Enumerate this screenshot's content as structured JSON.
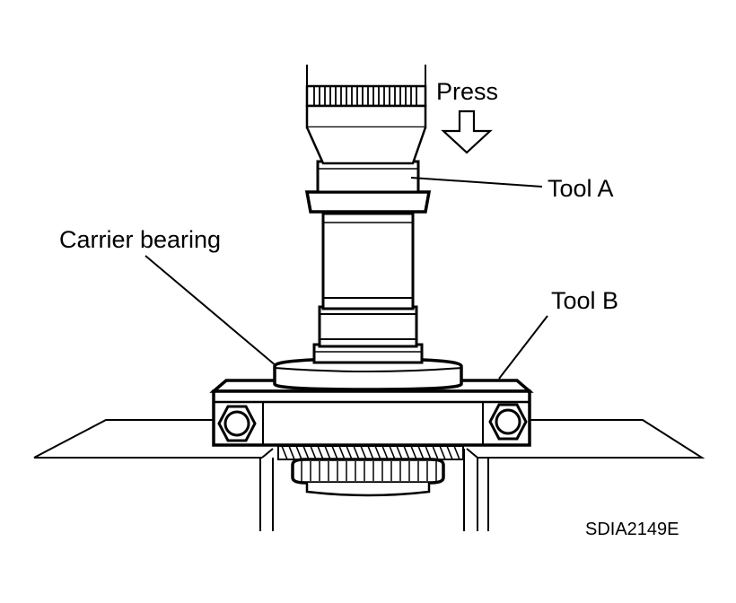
{
  "labels": {
    "press": "Press",
    "tool_a": "Tool A",
    "tool_b": "Tool B",
    "carrier_bearing": "Carrier bearing"
  },
  "figure_code": "SDIA2149E",
  "colors": {
    "line": "#000000",
    "background": "#ffffff"
  }
}
